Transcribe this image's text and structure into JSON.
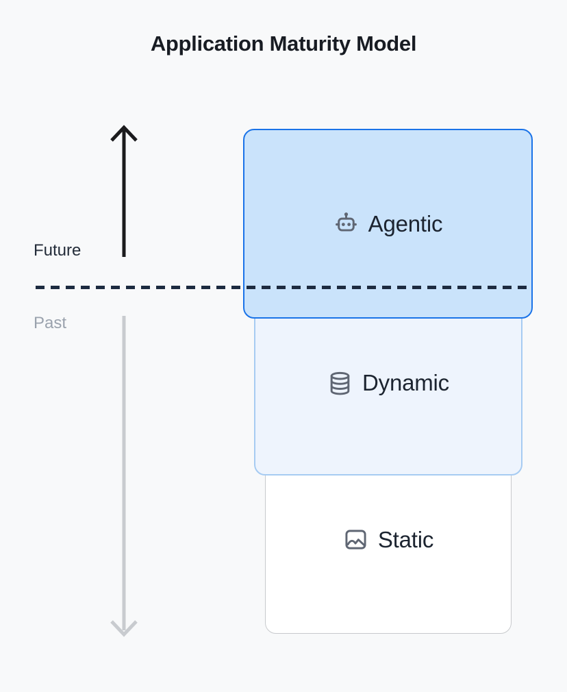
{
  "title": "Application Maturity Model",
  "background": "#f8f9fa",
  "axis": {
    "future_label": "Future",
    "past_label": "Past",
    "future_arrow_color": "#1b1b1d",
    "past_arrow_color": "#c8cbcf",
    "divider_color": "#1d2b40",
    "divider_style": "dashed"
  },
  "stages": [
    {
      "label": "Agentic",
      "icon": "robot-icon",
      "fill": "#cae3fb",
      "border": "#1a73e8"
    },
    {
      "label": "Dynamic",
      "icon": "database-icon",
      "fill": "#eef4fd",
      "border": "#a6cbf2"
    },
    {
      "label": "Static",
      "icon": "image-icon",
      "fill": "#ffffff",
      "border": "#c7c9cc"
    }
  ]
}
